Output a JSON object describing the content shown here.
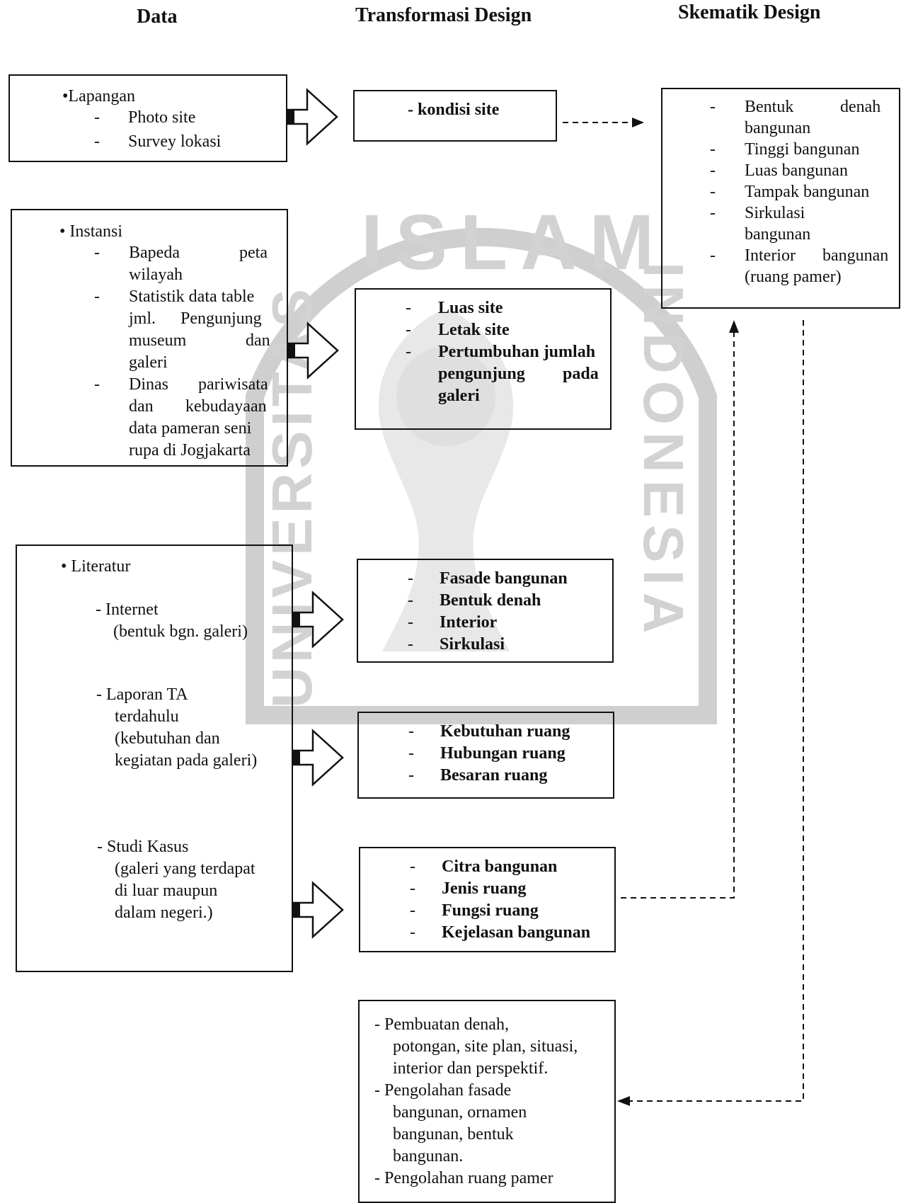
{
  "headers": {
    "data": "Data",
    "transform": "Transformasi Design",
    "skematik": "Skematik Design"
  },
  "watermark": {
    "text_top": "ISLAM",
    "text_left": "UNIVERSITAS",
    "text_right": "INDONESIA",
    "color": "#c8c8c8"
  },
  "data_boxes": {
    "lapangan": {
      "title": "•Lapangan",
      "items": [
        "Photo site",
        "Survey lokasi"
      ]
    },
    "instansi": {
      "title": "• Instansi",
      "items": [
        [
          "Bapeda",
          "peta",
          "wilayah"
        ],
        [
          "Statistik data table",
          "jml.",
          "Pengunjung",
          "museum",
          "dan",
          "galeri"
        ],
        [
          "Dinas",
          "pariwisata",
          "dan",
          "kebudayaan",
          "data pameran seni",
          "rupa di Jogjakarta"
        ]
      ]
    },
    "literatur": {
      "title": "• Literatur",
      "internet": [
        "- Internet",
        "(bentuk bgn.  galeri)"
      ],
      "laporan": [
        "- Laporan TA",
        "terdahulu",
        "(kebutuhan dan",
        "kegiatan pada galeri)"
      ],
      "studi": [
        "- Studi Kasus",
        "(galeri yang terdapat",
        "di luar maupun",
        "dalam negeri.)"
      ]
    }
  },
  "transform_boxes": {
    "kondisi": "- kondisi site",
    "site": [
      "Luas site",
      "Letak site",
      "Pertumbuhan jumlah",
      "pengunjung",
      "pada",
      "galeri"
    ],
    "fasade": [
      "Fasade bangunan",
      "Bentuk denah",
      "Interior",
      "Sirkulasi"
    ],
    "ruang": [
      "Kebutuhan ruang",
      "Hubungan ruang",
      "Besaran ruang"
    ],
    "citra": [
      "Citra bangunan",
      "Jenis ruang",
      "Fungsi ruang",
      "Kejelasan bangunan"
    ]
  },
  "skematik_box": {
    "items": [
      [
        "Bentuk",
        "denah",
        "bangunan"
      ],
      [
        "Tinggi bangunan"
      ],
      [
        "Luas bangunan"
      ],
      [
        "Tampak bangunan"
      ],
      [
        "Sirkulasi",
        "bangunan"
      ],
      [
        "Interior",
        "bangunan",
        "(ruang pamer)"
      ]
    ]
  },
  "output_box": {
    "lines": [
      "- Pembuatan denah,",
      "potongan, site plan, situasi,",
      "interior dan perspektif.",
      "-  Pengolahan fasade",
      "bangunan, ornamen",
      "bangunan, bentuk",
      "bangunan.",
      "-  Pengolahan ruang pamer"
    ]
  },
  "dash_char": "-"
}
